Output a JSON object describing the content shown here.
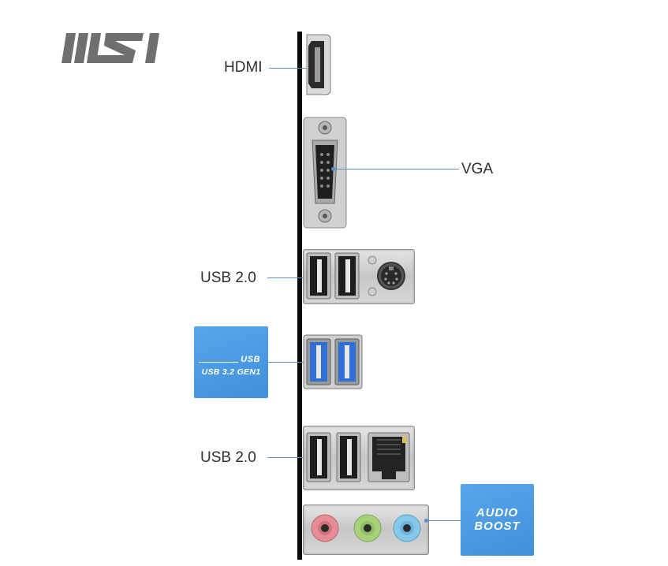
{
  "brand": {
    "name": "MSI"
  },
  "ports": {
    "hdmi": {
      "label": "HDMI"
    },
    "vga": {
      "label": "VGA"
    },
    "usb2_top": {
      "label": "USB 2.0"
    },
    "usb3": {
      "badge_mark": "USB",
      "badge_text": "USB 3.2 GEN1"
    },
    "usb2_bottom": {
      "label": "USB 2.0"
    },
    "audio": {
      "badge_line1": "AUDIO",
      "badge_line2": "BOOST"
    }
  },
  "colors": {
    "accent": "#4a97de",
    "leader": "#5a8fc8",
    "usb3_blue": "#2f6fd6",
    "audio_pink": "#e58c95",
    "audio_green": "#a6d07a",
    "audio_blue": "#86c7ea"
  },
  "icons": [
    "msi-logo-icon",
    "hdmi-port-icon",
    "vga-port-icon",
    "usb-port-icon",
    "ps2-port-icon",
    "usb3-port-icon",
    "ethernet-port-icon",
    "audio-jack-icon"
  ]
}
